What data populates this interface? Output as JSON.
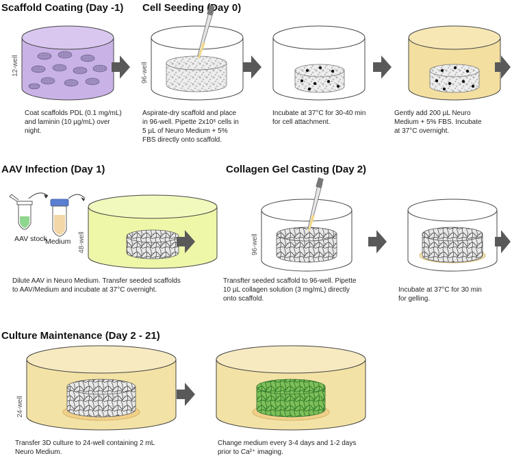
{
  "sections": {
    "coating": "Scaffold Coating (Day -1)",
    "seeding": "Cell Seeding (Day 0)",
    "infection": "AAV Infection (Day 1)",
    "casting": "Collagen Gel Casting (Day 2)",
    "maintenance": "Culture Maintenance (Day 2 - 21)"
  },
  "wells": {
    "w12": "12-well",
    "w96a": "96-well",
    "w48": "48-well",
    "w96b": "96-well",
    "w24": "24-well"
  },
  "labels": {
    "aav_stock": "AAV stock",
    "medium": "Medium"
  },
  "captions": {
    "coating": [
      "Coat scaffolds PDL (0.1 mg/mL)",
      "and laminin (10 µg/mL) over",
      "night."
    ],
    "seeding": [
      "Aspirate-dry scaffold and place",
      "in 96-well. Pipette 2x10⁶ cells in",
      "5 µL of Neuro Medium + 5%",
      "FBS directly onto scaffold."
    ],
    "incubate1": [
      "Incubate at 37°C for 30-40 min",
      "for cell attachment."
    ],
    "add_medium": [
      "Gently add 200 µL Neuro",
      "Medium + 5% FBS. Incubate",
      "at 37°C overnight."
    ],
    "infection": [
      "Dilute AAV in Neuro Medium. Transfer seeded scaffolds",
      "to AAV/Medium and incubate at 37°C overnight."
    ],
    "casting": [
      "Transfter seeded scaffold to 96-well. Pipette",
      "10 µL collagen solution (3 mg/mL) directly",
      "onto scaffold."
    ],
    "gelling": [
      "Incubate at 37°C for 30 min",
      "for gelling."
    ],
    "transfer": [
      "Transfer 3D culture to 24-well containing 2 mL",
      "Neuro Medium."
    ],
    "change": [
      "Change medium every 3-4 days and 1-2 days",
      "prior to Ca²⁺ imaging."
    ]
  },
  "colors": {
    "purple_medium": "#c9b3e6",
    "yellow_medium": "#f3dfa0",
    "lime_medium": "#eef7a8",
    "arrow": "#595959",
    "neuron_green": "#2d9a2d"
  }
}
